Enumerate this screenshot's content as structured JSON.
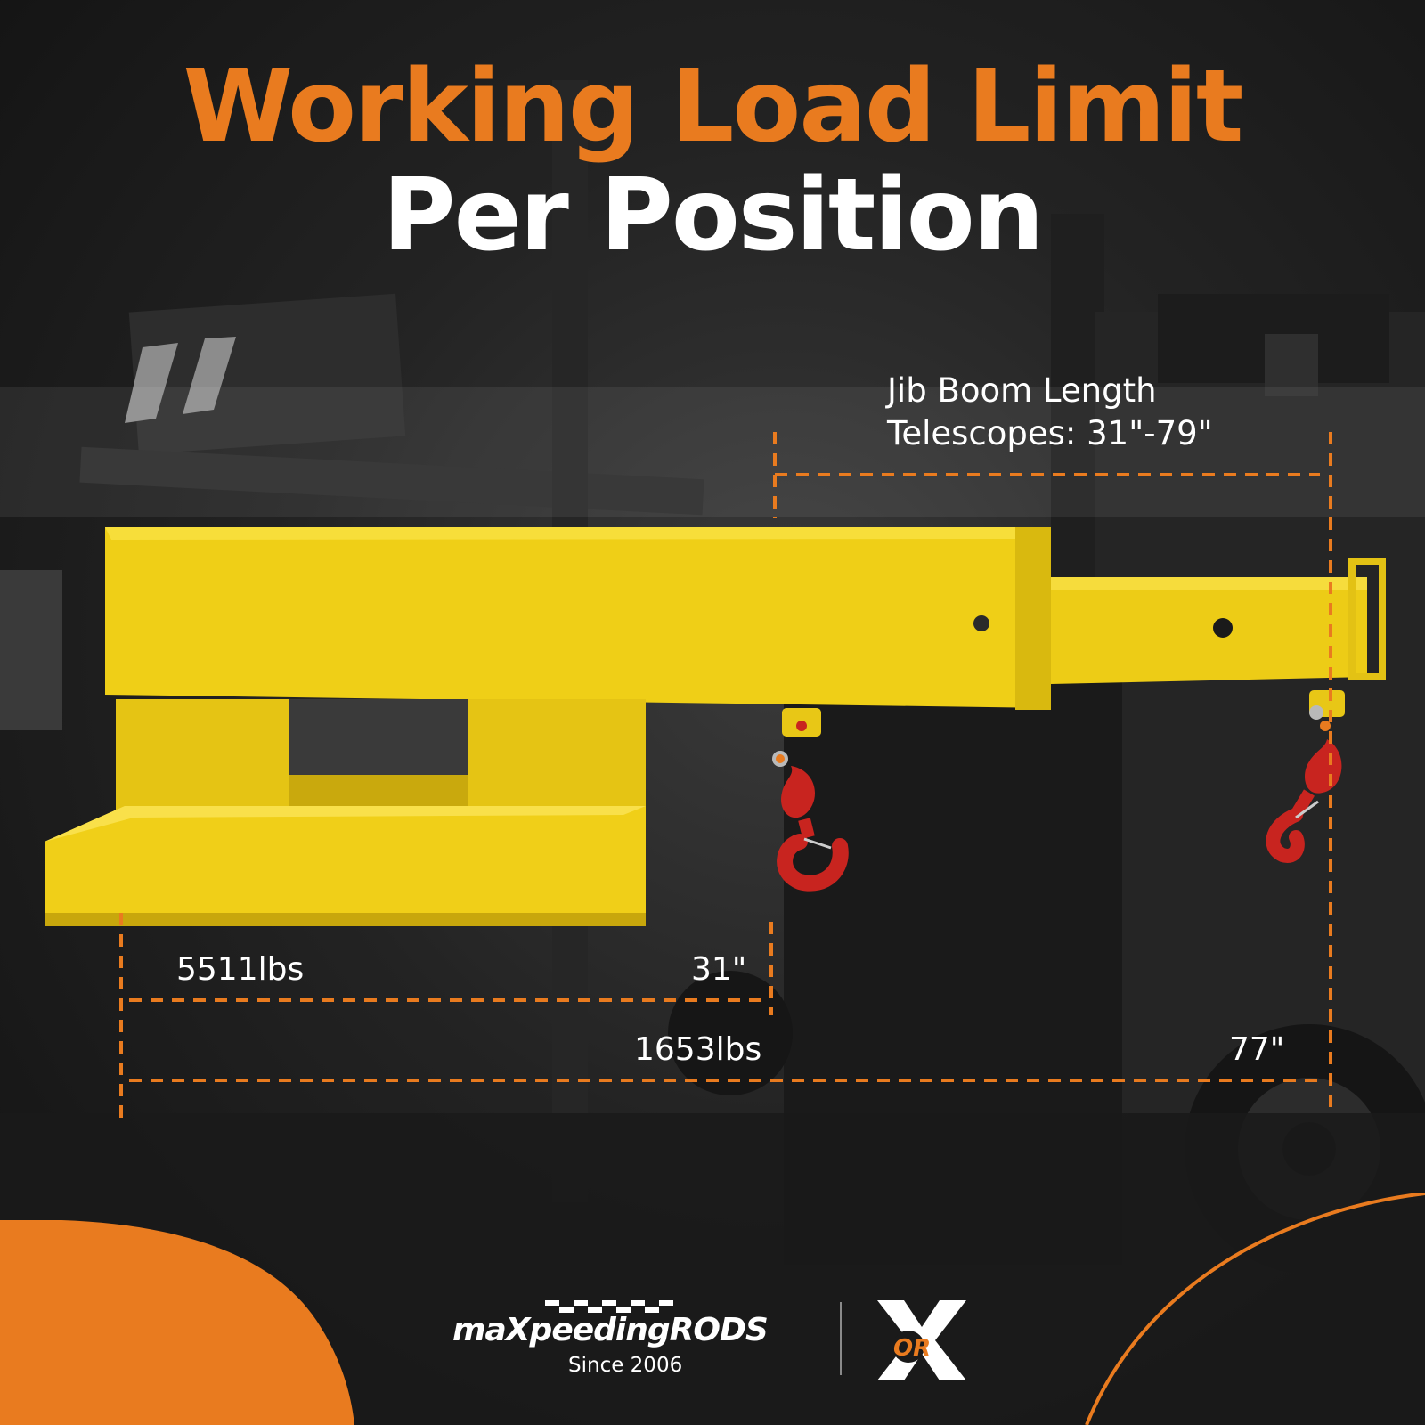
{
  "colors": {
    "accent": "#E97B1F",
    "boom_yellow": "#F2D21A",
    "hook_red": "#C8241F",
    "text_white": "#FFFFFF",
    "background": "#1C1C1C"
  },
  "headline": {
    "line1": "Working Load Limit",
    "line2": "Per Position"
  },
  "callout": {
    "line1": "Jib Boom Length",
    "line2": "Telescopes: 31\"-79\""
  },
  "positions": [
    {
      "load": "5511lbs",
      "length": "31\""
    },
    {
      "load": "1653lbs",
      "length": "77\""
    }
  ],
  "brand": {
    "name": "maXpeedingRODS",
    "tagline": "Since 2006",
    "mark": "OR"
  },
  "icons": {
    "hook_near": "swivel-hook-icon",
    "hook_far": "swivel-hook-icon",
    "brand_x": "x-logo-icon"
  }
}
